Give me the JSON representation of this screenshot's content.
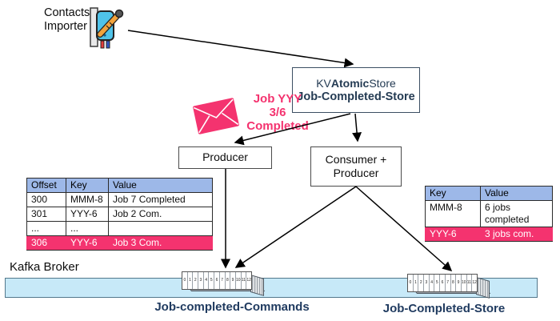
{
  "diagram": {
    "contacts_importer_label": "Contacts\nImporter",
    "kv_store": {
      "line1_prefix": "KV",
      "line1_bold": "Atomic",
      "line1_suffix": "Store",
      "line2": "Job-Completed-Store"
    },
    "message_text": "Job YYY\n3/6\nCompleted",
    "producer_label": "Producer",
    "consumer_label": "Consumer +\nProducer"
  },
  "left_table": {
    "headers": [
      "Offset",
      "Key",
      "Value"
    ],
    "rows": [
      {
        "offset": "300",
        "key": "MMM-8",
        "value": "Job 7 Completed"
      },
      {
        "offset": "301",
        "key": "YYY-6",
        "value": "Job 2 Com."
      },
      {
        "offset": "...",
        "key": "...",
        "value": ""
      },
      {
        "offset": "306",
        "key": "YYY-6",
        "value": "Job 3 Com."
      }
    ]
  },
  "right_table": {
    "headers": [
      "Key",
      "Value"
    ],
    "rows": [
      {
        "key": "MMM-8",
        "value": "6 jobs completed"
      },
      {
        "key": "YYY-6",
        "value": "3 jobs com."
      }
    ]
  },
  "kafka": {
    "broker_label": "Kafka Broker",
    "left_topic": "Job-completed-Commands",
    "right_topic": "Job-Completed-Store",
    "log_cells": [
      "0",
      "1",
      "2",
      "3",
      "4",
      "5",
      "6",
      "7",
      "8",
      "9",
      "10",
      "11",
      "12"
    ]
  },
  "colors": {
    "accent_pink": "#f4336f",
    "table_header_blue": "#9db8e8",
    "broker_bar_fill": "#c7e9f8",
    "navy_text": "#1f3a5f"
  }
}
